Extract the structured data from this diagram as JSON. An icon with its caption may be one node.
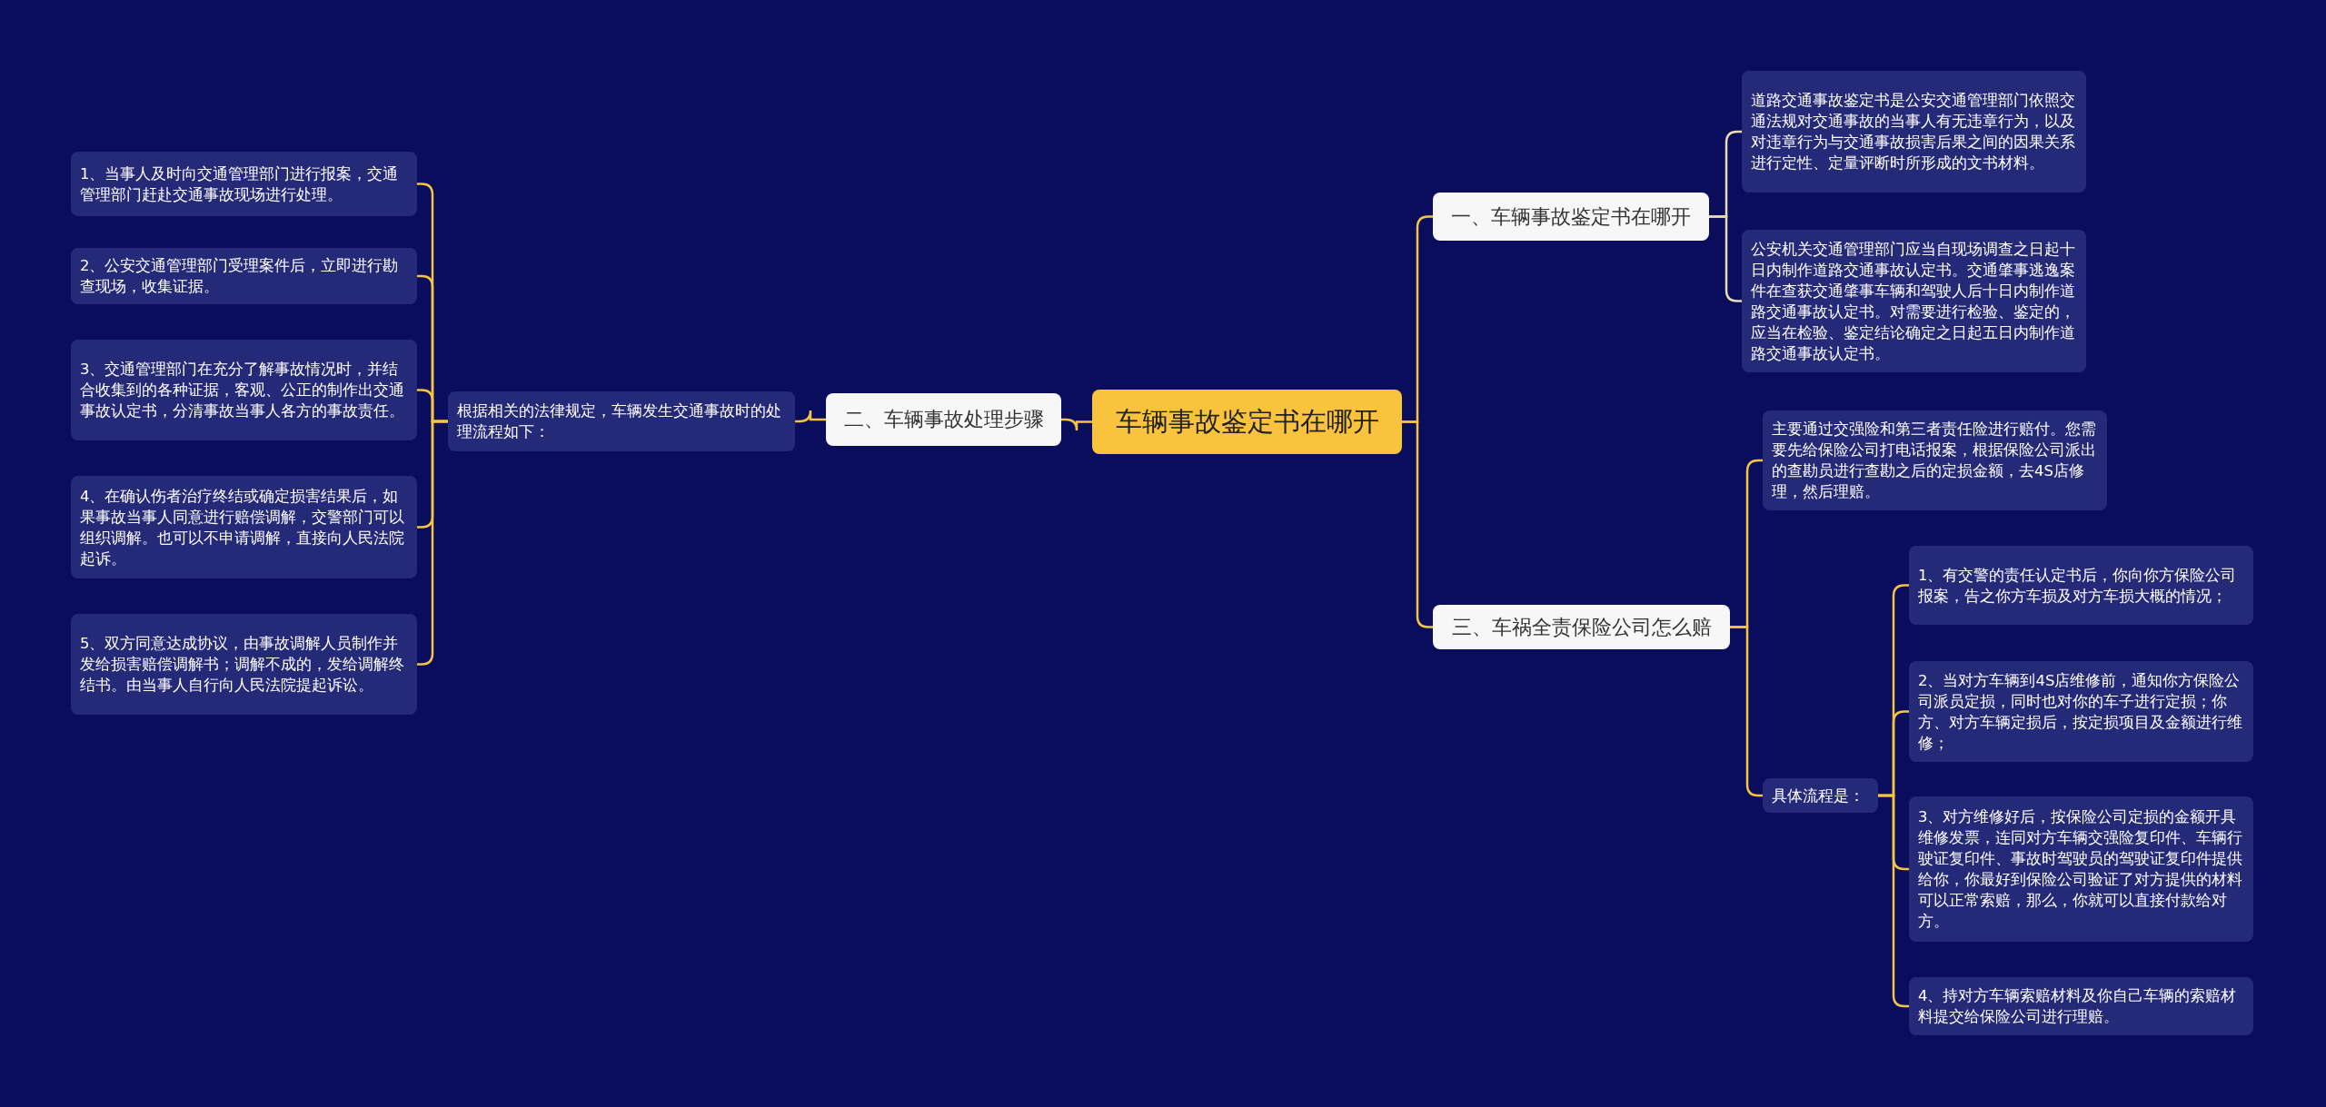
{
  "diagram": {
    "nodes": [
      {
        "text": [
          "车辆事故鉴定书在哪开"
        ]
      },
      {
        "text": [
          "一、车辆事故鉴定书在哪开"
        ]
      },
      {
        "text": [
          "道路交通事故鉴定书是公安交通管理部门依照交通法规对交通事故的当事人有无违章行为，以及对违章行为与交通事故损害后果之间的因果关系进行定性、定量评断时所形成的文书材料。"
        ]
      },
      {
        "text": [
          "公安机关交通管理部门应当自现场调查之日起十日内制作道路交通事故认定书。交通肇事逃逸案件在查获交通肇事车辆和驾驶人后十日内制作道路交通事故认定书。对需要进行检验、鉴定的，应当在检验、鉴定结论确定之日起五日内制作道路交通事故认定书。"
        ]
      },
      {
        "text": [
          "三、车祸全责保险公司怎么赔"
        ]
      },
      {
        "text": [
          "主要通过交强险和第三者责任险进行赔付。您需要先给保险公司打电话报案，根据保险公司派出的查勘员进行查勘之后的定损金额，去4S店修理，然后理赔。"
        ]
      },
      {
        "text": [
          "具体流程是："
        ]
      },
      {
        "text": [
          "1、有交警的责任认定书后，你向你方保险公司报案，告之你方车损及对方车损大概的情况；"
        ]
      },
      {
        "text": [
          "2、当对方车辆到4S店维修前，通知你方保险公司派员定损，同时也对你的车子进行定损；你方、对方车辆定损后，按定损项目及金额进行维修；"
        ]
      },
      {
        "text": [
          "3、对方维修好后，按保险公司定损的金额开具维修发票，连同对方车辆交强险复印件、车辆行驶证复印件、事故时驾驶员的驾驶证复印件提供给你，你最好到保险公司验证了对方提供的材料可以正常索赔，那么，你就可以直接付款给对方。"
        ]
      },
      {
        "text": [
          "4、持对方车辆索赔材料及你自己车辆的索赔材料提交给保险公司进行理赔。"
        ]
      },
      {
        "text": [
          "二、车辆事故处理步骤"
        ]
      },
      {
        "text": [
          "根据相关的法律规定，车辆发生交通事故时的处理流程如下："
        ]
      },
      {
        "text": [
          "1、当事人及时向交通管理部门进行报案，交通管理部门赶赴交通事故现场进行处理。"
        ]
      },
      {
        "text": [
          "2、公安交通管理部门受理案件后，立即进行勘查现场，收集证据。"
        ]
      },
      {
        "text": [
          "3、交通管理部门在充分了解事故情况时，并结合收集到的各种证据，客观、公正的制作出交通事故认定书，分清事故当事人各方的事故责任。"
        ]
      },
      {
        "text": [
          "4、在确认伤者治疗终结或确定损害结果后，如果事故当事人同意进行赔偿调解，交警部门可以组织调解。也可以不申请调解，直接向人民法院起诉。"
        ]
      },
      {
        "text": [
          "5、双方同意达成协议，由事故调解人员制作并发给损害赔偿调解书；调解不成的，发给调解终结书。由当事人自行向人民法院提起诉讼。"
        ]
      }
    ],
    "edges": [
      {
        "from": 0,
        "to": 1,
        "arrow": "none"
      },
      {
        "from": 1,
        "to": 2,
        "arrow": "none",
        "color": "#e8dcb4"
      },
      {
        "from": 1,
        "to": 3,
        "arrow": "none",
        "color": "#e8dcb4"
      },
      {
        "from": 0,
        "to": 4,
        "arrow": "none"
      },
      {
        "from": 4,
        "to": 5,
        "arrow": "none"
      },
      {
        "from": 4,
        "to": 6,
        "arrow": "none"
      },
      {
        "from": 6,
        "to": 7,
        "arrow": "none"
      },
      {
        "from": 6,
        "to": 8,
        "arrow": "none"
      },
      {
        "from": 6,
        "to": 9,
        "arrow": "none"
      },
      {
        "from": 6,
        "to": 10,
        "arrow": "none"
      },
      {
        "from": 0,
        "to": 11,
        "arrow": "none"
      },
      {
        "from": 11,
        "to": 12,
        "arrow": "none"
      },
      {
        "from": 12,
        "to": 13,
        "arrow": "none"
      },
      {
        "from": 12,
        "to": 14,
        "arrow": "none"
      },
      {
        "from": 12,
        "to": 15,
        "arrow": "none"
      },
      {
        "from": 12,
        "to": 16,
        "arrow": "none"
      },
      {
        "from": 12,
        "to": 17,
        "arrow": "none"
      }
    ]
  }
}
